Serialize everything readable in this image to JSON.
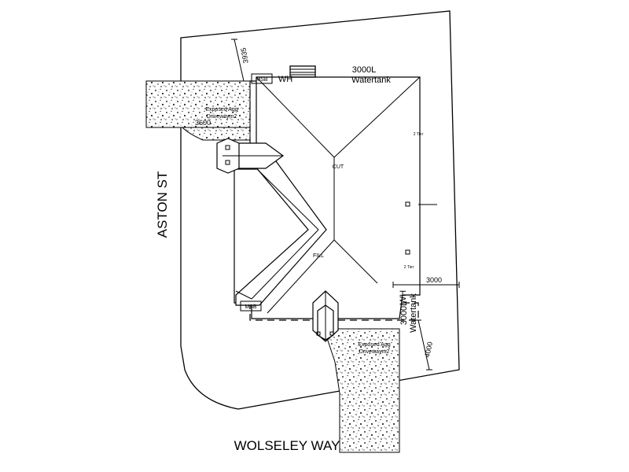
{
  "streets": {
    "west": "ASTON ST",
    "south": "WOLSELEY WAY"
  },
  "dimensions": {
    "top_setback": "3935",
    "north_driveway": "3600",
    "east_setback": "3000",
    "south_setback": "4000"
  },
  "fixtures": {
    "msb_north": "MSB",
    "wh_north": "WH",
    "tank_north_capacity": "3000L",
    "tank_north_label": "Watertank",
    "msb_south": "MSB",
    "wh_south": "WH",
    "tank_south_capacity": "3000L",
    "tank_south_label": "Watertank"
  },
  "driveways": {
    "north": [
      "Exposed Agg",
      "Drivewaym2"
    ],
    "south": [
      "Exposed Agg",
      "Drivewaym2"
    ]
  },
  "earthworks": {
    "cut": "CUT",
    "fill": "FILL"
  },
  "tiers": {
    "upper": "2 Tier",
    "lower": "2 Tier"
  }
}
